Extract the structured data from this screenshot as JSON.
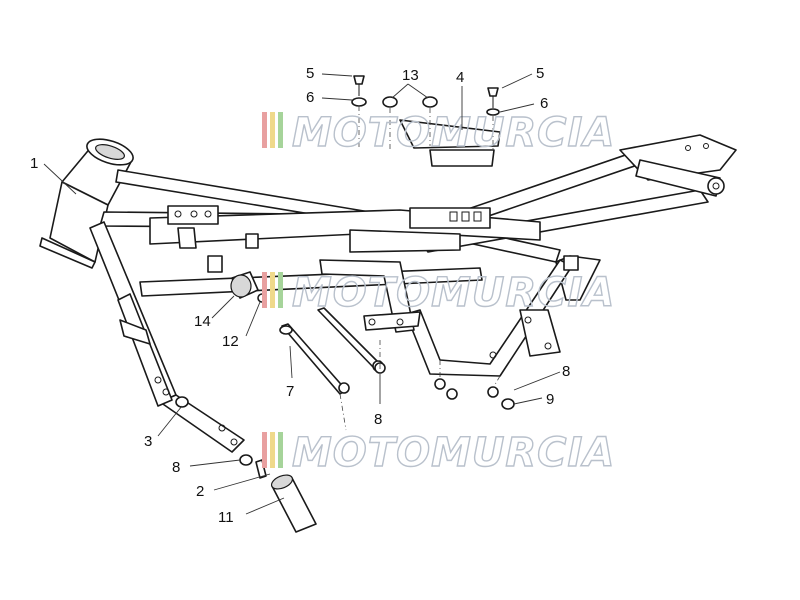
{
  "diagram": {
    "callouts": [
      {
        "id": "c1",
        "text": "1"
      },
      {
        "id": "c2",
        "text": "2"
      },
      {
        "id": "c3",
        "text": "3"
      },
      {
        "id": "c4",
        "text": "4"
      },
      {
        "id": "c5a",
        "text": "5"
      },
      {
        "id": "c5b",
        "text": "5"
      },
      {
        "id": "c6a",
        "text": "6"
      },
      {
        "id": "c6b",
        "text": "6"
      },
      {
        "id": "c7",
        "text": "7"
      },
      {
        "id": "c8a",
        "text": "8"
      },
      {
        "id": "c8b",
        "text": "8"
      },
      {
        "id": "c8c",
        "text": "8"
      },
      {
        "id": "c9",
        "text": "9"
      },
      {
        "id": "c11",
        "text": "11"
      },
      {
        "id": "c12",
        "text": "12"
      },
      {
        "id": "c13",
        "text": "13"
      },
      {
        "id": "c14",
        "text": "14"
      }
    ]
  },
  "watermark": {
    "text": "MOTOMURCIA",
    "stripe_colors": [
      "#e8a0a0",
      "#efd98a",
      "#a6d49a"
    ]
  }
}
